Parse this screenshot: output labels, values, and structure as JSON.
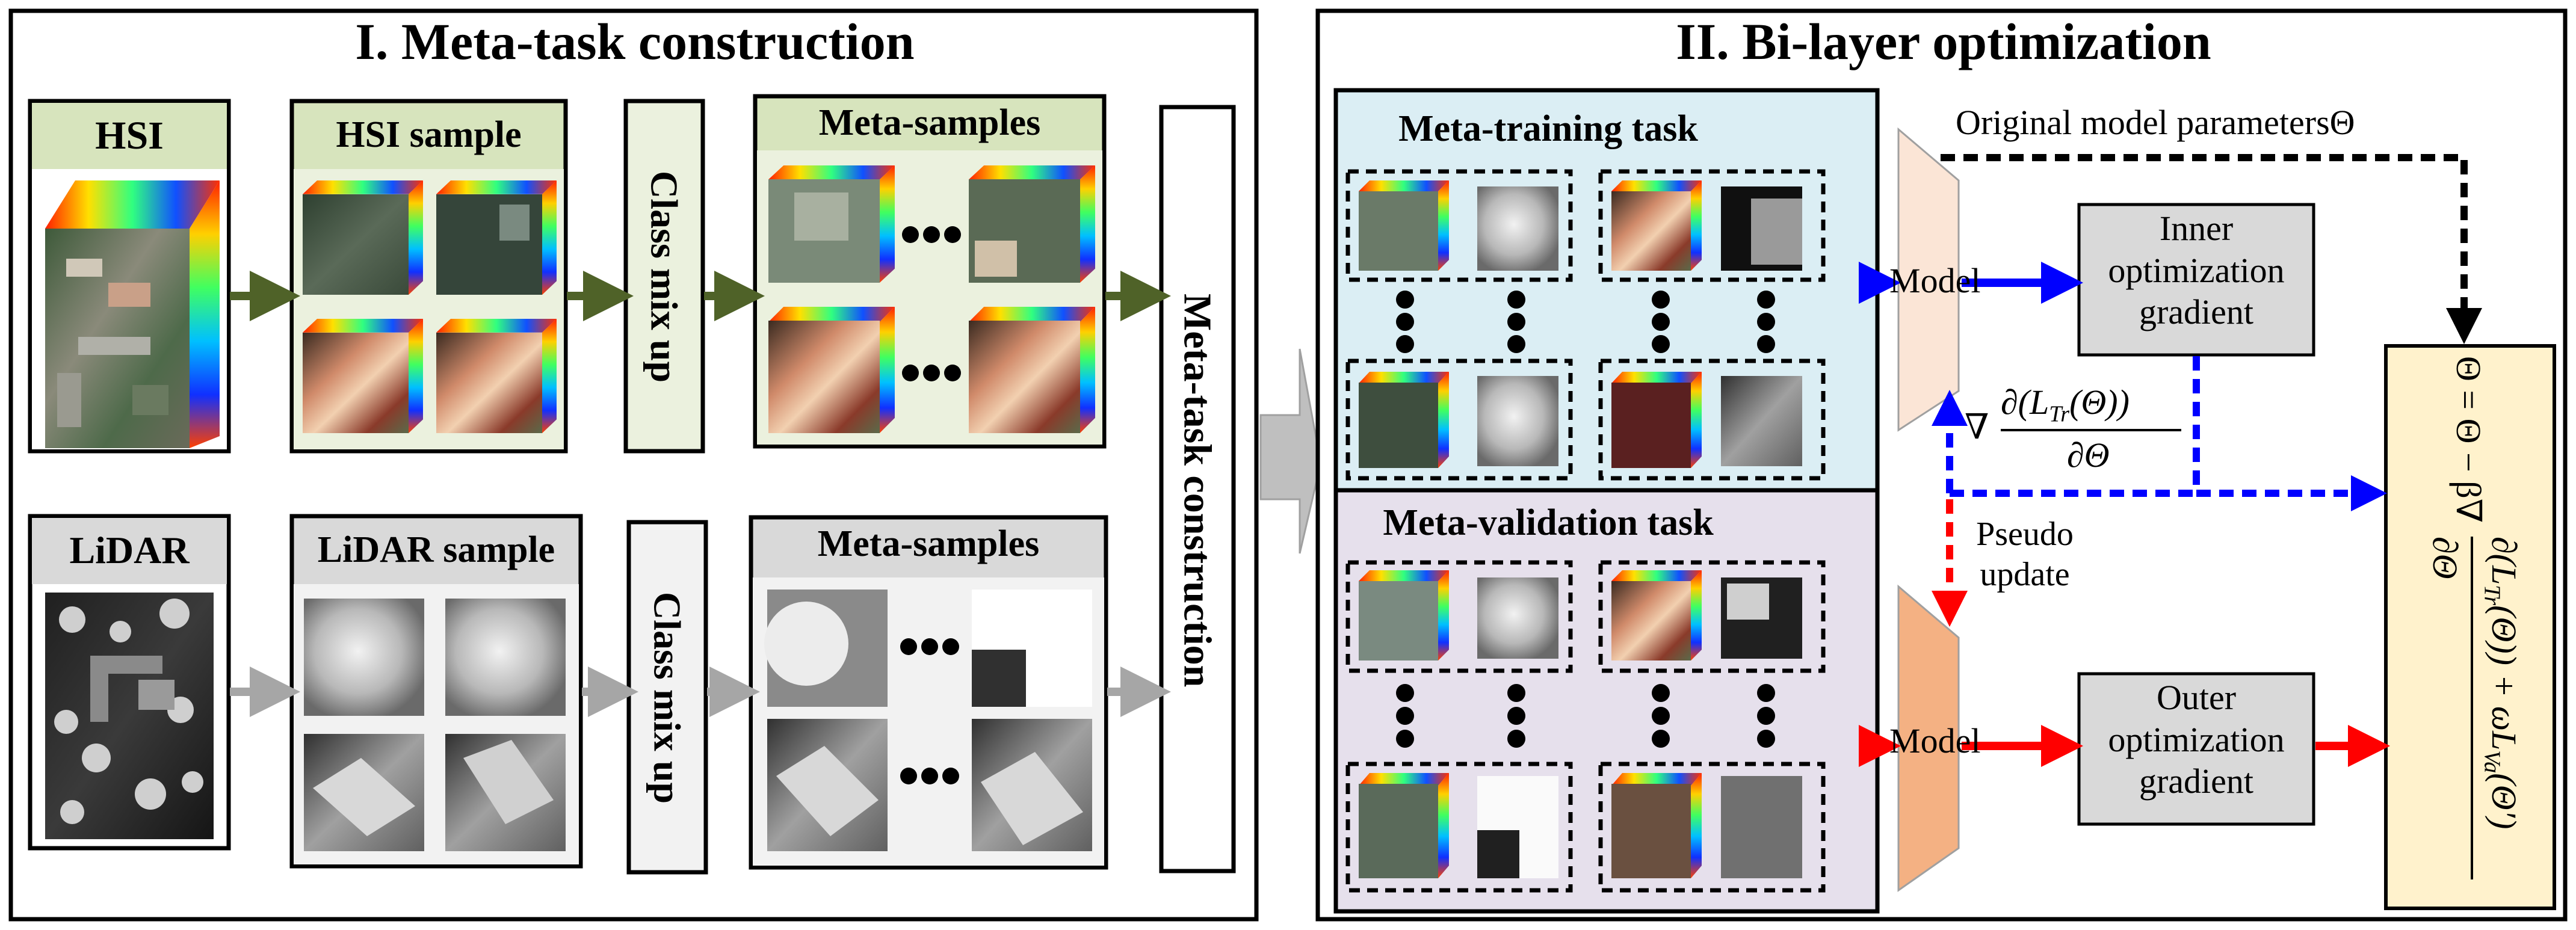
{
  "left_panel": {
    "title": "I. Meta-task construction",
    "hsi_label": "HSI",
    "hsi_sample_label": "HSI sample",
    "class_mix_up_top": "Class mix up",
    "meta_samples_top": "Meta-samples",
    "lidar_label": "LiDAR",
    "lidar_sample_label": "LiDAR sample",
    "class_mix_up_bottom": "Class mix up",
    "meta_samples_bottom": "Meta-samples",
    "meta_task_construction": "Meta-task construction"
  },
  "right_panel": {
    "title": "II. Bi-layer optimization",
    "meta_training_task": "Meta-training task",
    "meta_validation_task": "Meta-validation task",
    "original_params": "Original model parametersΘ",
    "model_top": "Model",
    "model_bottom": "Model",
    "inner_grad": [
      "Inner",
      "optimization",
      "gradient"
    ],
    "outer_grad": [
      "Outer",
      "optimization",
      "gradient"
    ],
    "pseudo_update": [
      "Pseudo",
      "update"
    ],
    "gradient_formula": {
      "nabla": "∇",
      "numerator": "∂(L",
      "sub_tr": "Tr",
      "numerator_tail": "(Θ))",
      "denominator": "∂Θ"
    },
    "update_formula": {
      "left": "Θ = Θ − β∇",
      "numerator": "∂(L",
      "sub_tr": "Tr",
      "mid": "(Θ)) + ωL",
      "sub_va": "Va",
      "tail": "(Θ′)",
      "denominator": "∂Θ"
    }
  },
  "colors": {
    "green_arrow": "#4f6228",
    "gray_arrow": "#a6a6a6",
    "blue_arrow": "#0000ff",
    "red_arrow": "#ff0000",
    "hsi_box": "#d7e4bd",
    "lidar_box": "#d9d9d9",
    "train_box": "#dbeef4",
    "val_box": "#e6e0ec",
    "model_top": "#fbe5d6",
    "model_bottom": "#f4b183",
    "grad_box": "#d9d9d9",
    "formula_box": "#fff2cc"
  }
}
